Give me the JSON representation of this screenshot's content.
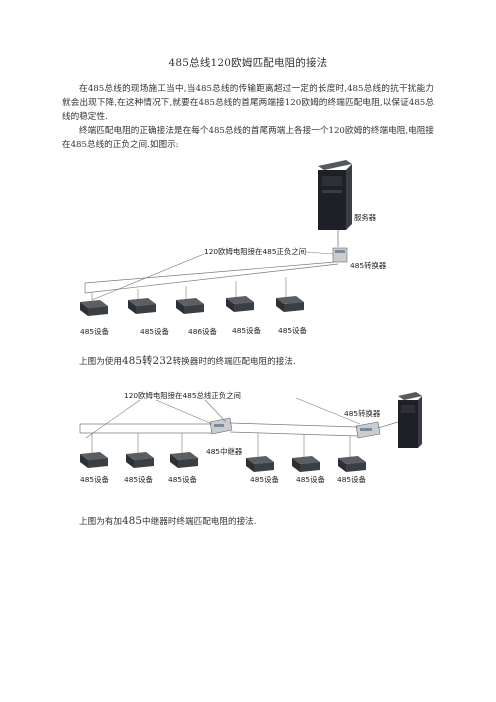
{
  "document": {
    "title": "485总线120欧姆匹配电阻的接法",
    "paragraphs": [
      "在485总线的现场施工当中,当485总线的传输距离超过一定的长度时,485总线的抗干扰能力就会出现下降,在这种情况下,就要在485总线的首尾两端接120欧姆的终端匹配电阻,以保证485总线的稳定性.",
      "终端匹配电阻的正确接法是在每个485总线的首尾两端上各接一个120欧姆的终端电阻,电阻接在485总线的正负之间.如图示:"
    ],
    "caption1": {
      "prefix": "上图为使用",
      "highlight": "485转232",
      "suffix": "转换器时的终端匹配电阻的接法."
    },
    "caption2": {
      "prefix": "上图为有加",
      "highlight": "485",
      "suffix": "中继器时终端匹配电阻的接法."
    }
  },
  "diagram1": {
    "server_label": "服务器",
    "resistor_label": "120欧姆电阻接在485正负之间",
    "converter_label": "485转换器",
    "device_labels": [
      "485设备",
      "485设备",
      "486设备",
      "485设备",
      "485设备"
    ]
  },
  "diagram2": {
    "resistor_label": "120欧姆电阻接在485总线正负之间",
    "converter_label": "485转换器",
    "repeater_label": "485中继器",
    "device_labels": [
      "485设备",
      "485设备",
      "485设备",
      "485设备",
      "485设备",
      "485设备"
    ]
  },
  "colors": {
    "text": "#333333",
    "line": "#7a7a7a",
    "device": "#3a3f44",
    "server": "#1d2024"
  }
}
